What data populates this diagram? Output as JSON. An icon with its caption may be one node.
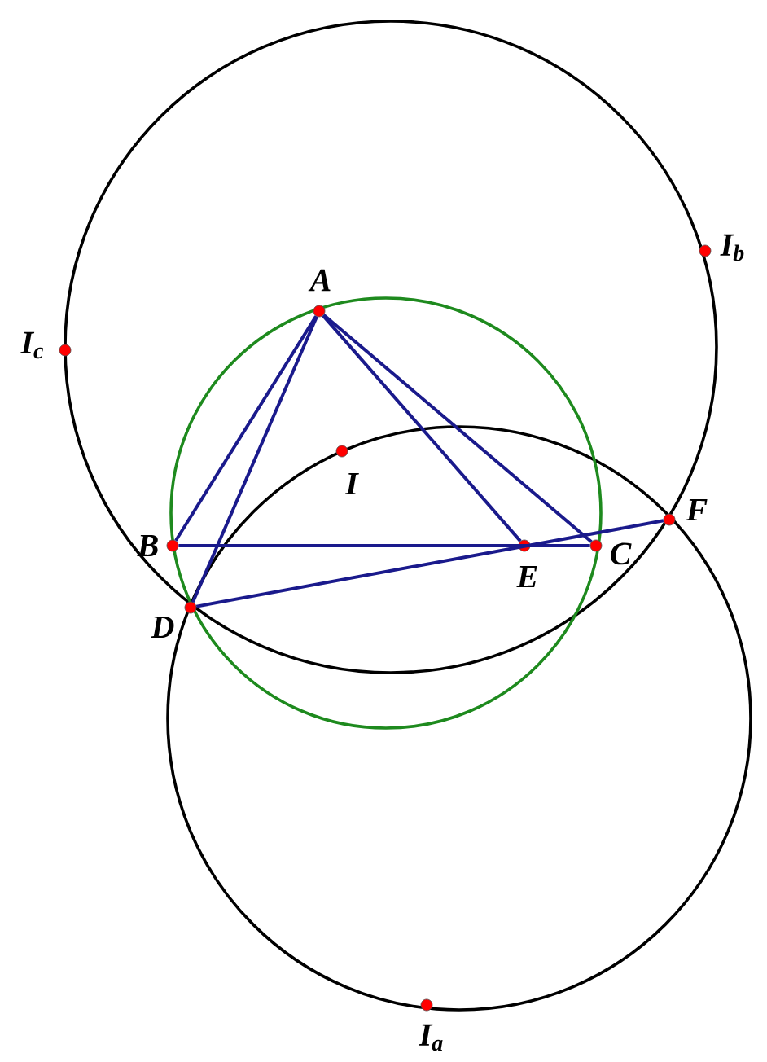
{
  "diagram": {
    "nodes": [
      {
        "text": [
          "I$_{b}$"
        ]
      },
      {
        "text": [
          "A"
        ]
      },
      {
        "text": [
          "I$_{c}$"
        ]
      },
      {
        "text": [
          "I"
        ]
      },
      {
        "text": [
          "F"
        ]
      },
      {
        "text": [
          "B"
        ]
      },
      {
        "text": [
          "E"
        ]
      },
      {
        "text": [
          "C"
        ]
      },
      {
        "text": [
          "D"
        ]
      },
      {
        "text": [
          "I$_{a}$"
        ]
      }
    ],
    "edges": [
      {
        "from": 1,
        "to": 5,
        "arrow": "none"
      },
      {
        "from": 1,
        "to": 8,
        "arrow": "none"
      },
      {
        "from": 1,
        "to": 6,
        "arrow": "none"
      },
      {
        "from": 1,
        "to": 7,
        "arrow": "none"
      },
      {
        "from": 5,
        "to": 7,
        "arrow": "none"
      },
      {
        "from": 8,
        "to": 4,
        "arrow": "none"
      }
    ]
  }
}
